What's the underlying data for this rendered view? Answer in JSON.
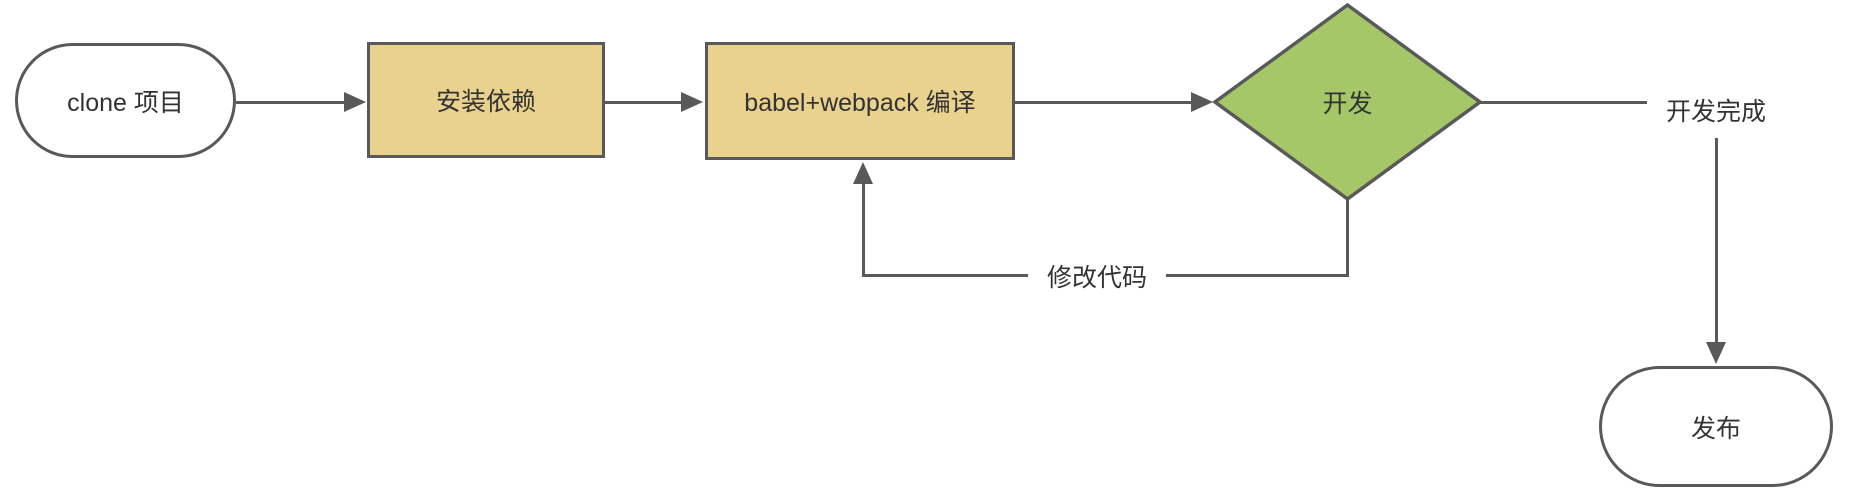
{
  "diagram": {
    "type": "flowchart",
    "nodes": [
      {
        "id": "clone",
        "label": "clone 项目",
        "shape": "terminator"
      },
      {
        "id": "install",
        "label": "安装依赖",
        "shape": "process"
      },
      {
        "id": "compile",
        "label": "babel+webpack 编译",
        "shape": "process"
      },
      {
        "id": "develop",
        "label": "开发",
        "shape": "decision"
      },
      {
        "id": "publish",
        "label": "发布",
        "shape": "terminator"
      }
    ],
    "edges": [
      {
        "from": "clone",
        "to": "install",
        "label": ""
      },
      {
        "from": "install",
        "to": "compile",
        "label": ""
      },
      {
        "from": "compile",
        "to": "develop",
        "label": ""
      },
      {
        "from": "develop",
        "to": "publish",
        "label": "开发完成"
      },
      {
        "from": "develop",
        "to": "compile",
        "label": "修改代码"
      }
    ],
    "colors": {
      "stroke": "#595959",
      "process_fill": "#E9D28E",
      "decision_fill": "#A5C768",
      "terminator_fill": "#FFFFFF",
      "text": "#333333"
    }
  }
}
